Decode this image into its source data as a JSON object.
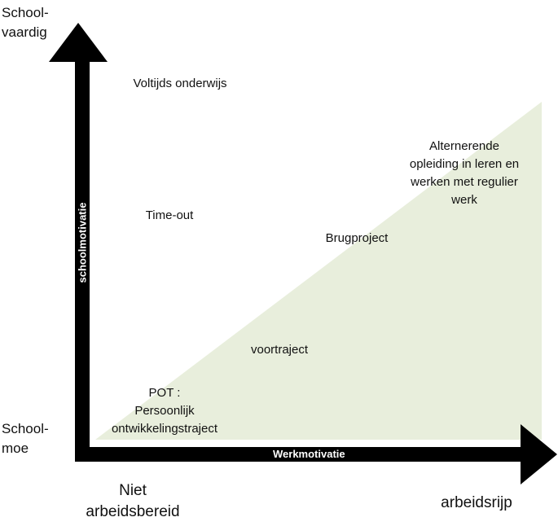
{
  "colors": {
    "axis": "#000000",
    "region": "#e8eedc",
    "axis_label": "#ffffff",
    "text": "#111111"
  },
  "axes": {
    "y": {
      "label": "schoolmotivatie",
      "top": "School-\nvaardig",
      "bottom": "School-\nmoe"
    },
    "x": {
      "label": "Werkmotivatie",
      "left": "Niet\narbeidsbereid",
      "right": "arbeidsrijp"
    }
  },
  "items": {
    "voltijds": "Voltijds onderwijs",
    "timeout": "Time-out",
    "alternerende": "Alternerende\nopleiding in leren en\nwerken met regulier\nwerk",
    "brugproject": "Brugproject",
    "voortraject": "voortraject",
    "pot": "POT :\nPersoonlijk\nontwikkelingstraject"
  }
}
